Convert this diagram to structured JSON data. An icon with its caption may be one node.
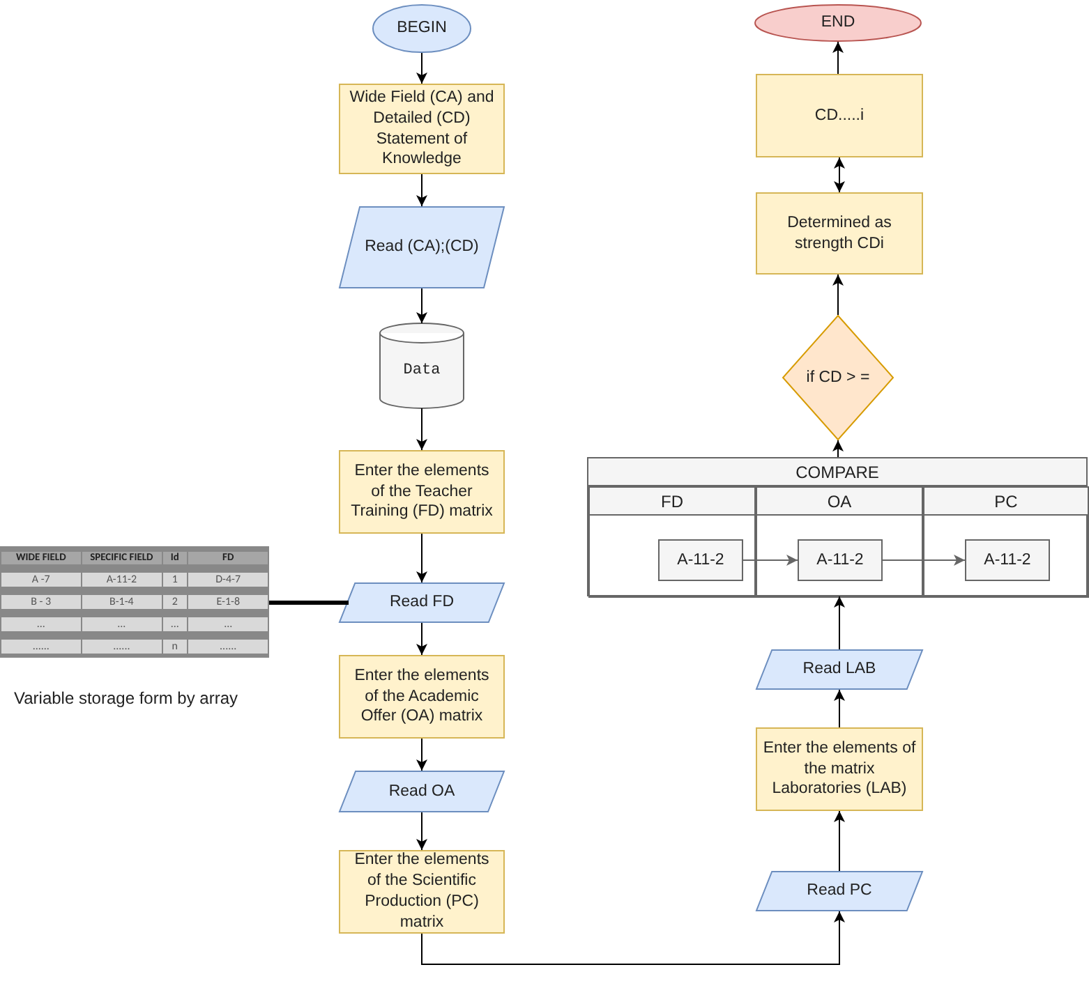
{
  "diagram": {
    "nodes": [
      {
        "text": [
          "BEGIN"
        ]
      },
      {
        "text": [
          "Wide Field (CA) and Detailed (CD) Statement of Knowledge"
        ]
      },
      {
        "text": [
          "Read (CA);(CD)"
        ]
      },
      {
        "text": [
          "Data"
        ]
      },
      {
        "text": [
          "Enter the elements of the Teacher Training (FD) matrix"
        ]
      },
      {
        "text": [
          "Read FD"
        ]
      },
      {
        "text": [
          "Enter the elements of the Academic Offer (OA) matrix"
        ]
      },
      {
        "text": [
          "Read OA"
        ]
      },
      {
        "text": [
          "Enter the elements of the Scientific Production (PC) matrix"
        ]
      },
      {
        "text": [
          "Read PC"
        ]
      },
      {
        "text": [
          "Enter the elements of the matrix Laboratories (LAB)"
        ]
      },
      {
        "text": [
          "Read LAB"
        ]
      },
      {
        "text": [
          "COMPARE"
        ]
      },
      {
        "text": [
          "FD"
        ],
        "in": 12
      },
      {
        "text": [
          "OA"
        ],
        "in": 12
      },
      {
        "text": [
          "PC"
        ],
        "in": 12
      },
      {
        "text": [
          "A-11-2"
        ],
        "in": 13
      },
      {
        "text": [
          "A-11-2"
        ],
        "in": 14
      },
      {
        "text": [
          "A-11-2"
        ],
        "in": 15
      },
      {
        "text": [
          "if CD > ="
        ]
      },
      {
        "text": [
          "Determined as strength CDi"
        ]
      },
      {
        "text": [
          "CD.....i"
        ]
      },
      {
        "text": [
          "END"
        ]
      },
      {
        "text": [
          "WIDE FIELD",
          "SPECIFIC FIELD",
          "Id",
          "FD",
          "A -7",
          "A-11-2",
          "1",
          "D-4-7",
          "B - 3",
          "B-1-4",
          "2",
          "E-1-8",
          "...",
          "...",
          "...",
          "...",
          "......",
          "......",
          "n",
          "......"
        ],
        "beside": [
          "Variable storage form by array"
        ]
      }
    ],
    "edges": [
      {
        "from": 0,
        "to": 1,
        "arrow": "to"
      },
      {
        "from": 1,
        "to": 2,
        "arrow": "to"
      },
      {
        "from": 2,
        "to": 3,
        "arrow": "to"
      },
      {
        "from": 3,
        "to": 4,
        "arrow": "to"
      },
      {
        "from": 4,
        "to": 5,
        "arrow": "to"
      },
      {
        "from": 5,
        "to": 6,
        "arrow": "to"
      },
      {
        "from": 6,
        "to": 7,
        "arrow": "to"
      },
      {
        "from": 7,
        "to": 8,
        "arrow": "to"
      },
      {
        "from": 8,
        "to": 9,
        "arrow": "to"
      },
      {
        "from": 9,
        "to": 10,
        "arrow": "to"
      },
      {
        "from": 10,
        "to": 11,
        "arrow": "to"
      },
      {
        "from": 11,
        "to": 12,
        "arrow": "to"
      },
      {
        "from": 16,
        "to": 17,
        "arrow": "to",
        "color": "#666666"
      },
      {
        "from": 17,
        "to": 18,
        "arrow": "to",
        "color": "#666666"
      },
      {
        "from": 12,
        "to": 19,
        "arrow": "to"
      },
      {
        "from": 19,
        "to": 20,
        "arrow": "to"
      },
      {
        "from": 20,
        "to": 21,
        "arrow": "both"
      },
      {
        "from": 21,
        "to": 22,
        "arrow": "to"
      },
      {
        "from": 23,
        "to": 5,
        "arrow": "none",
        "style": "thick"
      }
    ]
  }
}
